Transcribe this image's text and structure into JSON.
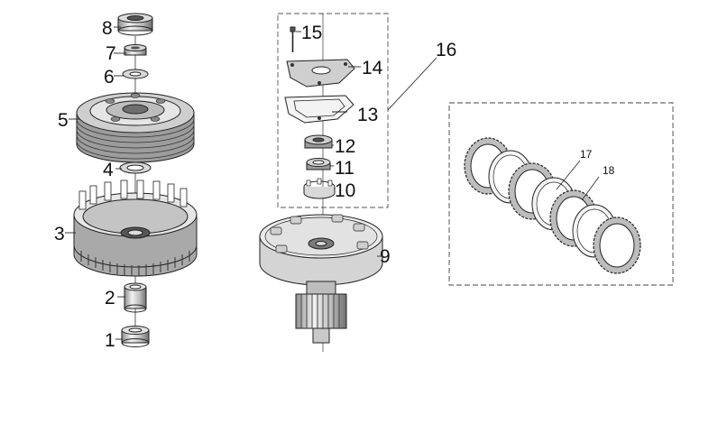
{
  "callouts": {
    "c1": "1",
    "c2": "2",
    "c3": "3",
    "c4": "4",
    "c5": "5",
    "c6": "6",
    "c7": "7",
    "c8": "8",
    "c9": "9",
    "c10": "10",
    "c11": "11",
    "c12": "12",
    "c13": "13",
    "c14": "14",
    "c15": "15",
    "c16": "16",
    "c17": "17",
    "c18": "18"
  },
  "colors": {
    "line": "#1a1a1a",
    "metal_light": "#e6e6e6",
    "metal_mid": "#b8b8b8",
    "metal_dark": "#7a7a7a"
  },
  "icons": {
    "bearing": "ball-bearing-icon",
    "bushing": "bushing-icon",
    "clutch_housing": "clutch-housing-icon",
    "friction_plate": "friction-plate-icon"
  }
}
